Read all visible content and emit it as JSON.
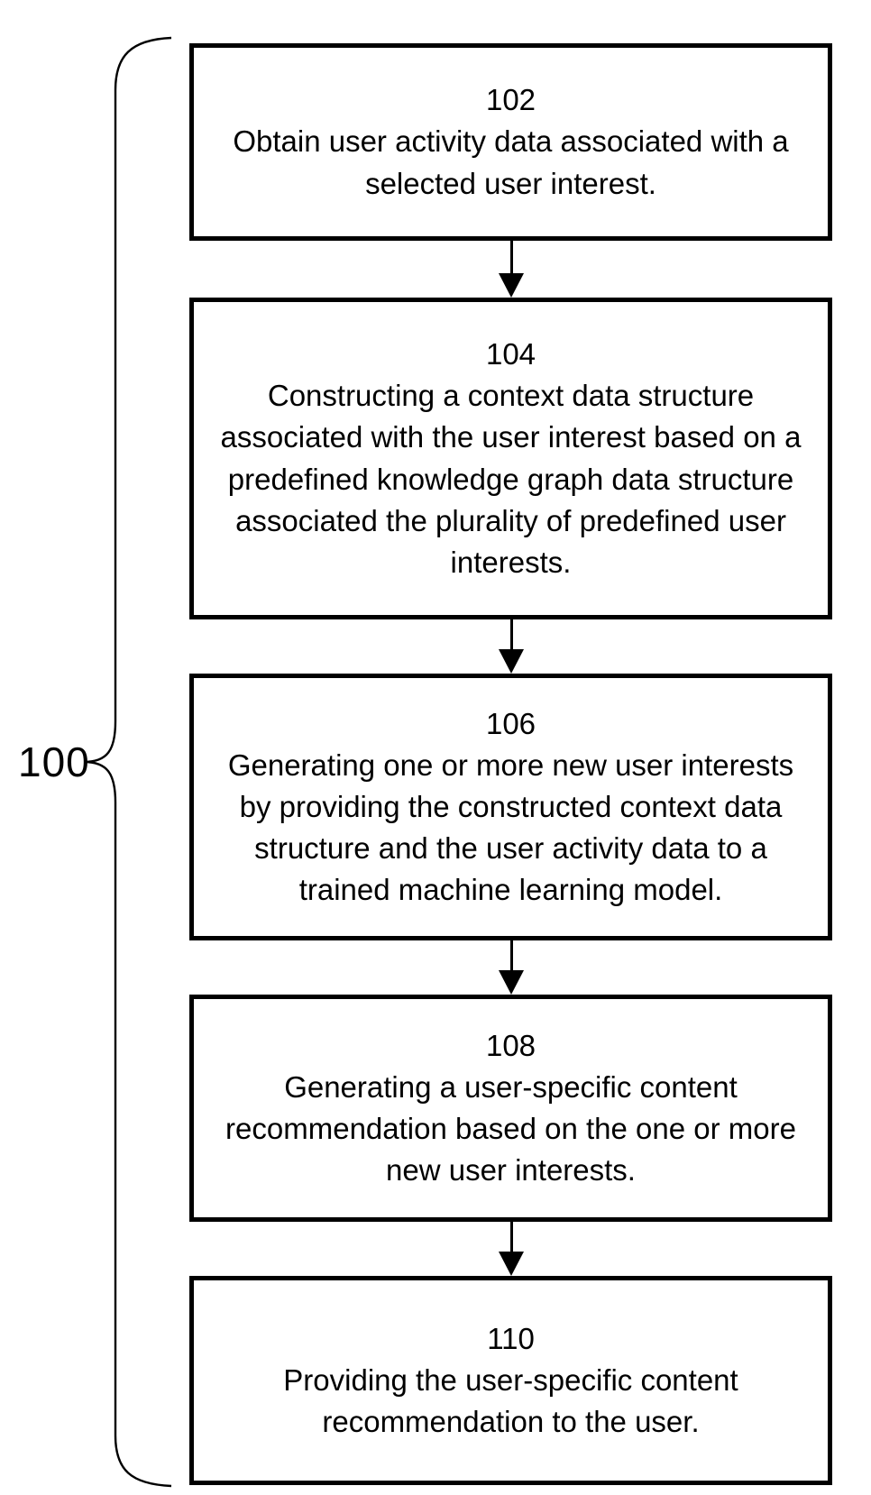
{
  "figure": {
    "label": "100",
    "steps": [
      {
        "id": "102",
        "text": "Obtain user activity data associated with a selected user interest."
      },
      {
        "id": "104",
        "text": "Constructing a context data structure associated with the user interest based on a predefined knowledge graph data structure associated the plurality of predefined user interests."
      },
      {
        "id": "106",
        "text": "Generating one or more new user interests by providing the constructed context data structure and the user activity data to a trained machine learning model."
      },
      {
        "id": "108",
        "text": "Generating a user-specific content recommendation based on the one or more new user interests."
      },
      {
        "id": "110",
        "text": "Providing the user-specific content recommendation to the user."
      }
    ],
    "colors": {
      "ink": "#000000",
      "background": "#ffffff"
    }
  }
}
